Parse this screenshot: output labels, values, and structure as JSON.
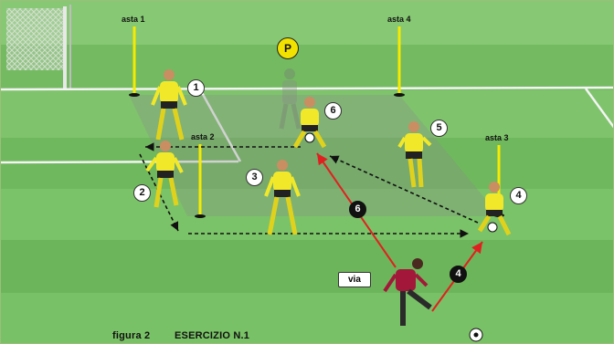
{
  "poles": {
    "pole1": "asta 1",
    "pole2": "asta 2",
    "pole3": "asta 3",
    "pole4": "asta 4"
  },
  "players": [
    "1",
    "2",
    "3",
    "4",
    "5",
    "6"
  ],
  "pass_numbers": {
    "pass4": "4",
    "pass6": "6"
  },
  "coach_badge": "P",
  "start_label": "via",
  "caption": {
    "figure": "figura 2",
    "title": "ESERCIZIO N.1"
  },
  "colors": {
    "grass_light": "#7cc26a",
    "grass_dark": "#68b258",
    "jersey": "#f2e82a",
    "pole": "#f5ea00",
    "pass_arrow": "#e02020",
    "kicker_shirt": "#a3183a"
  }
}
